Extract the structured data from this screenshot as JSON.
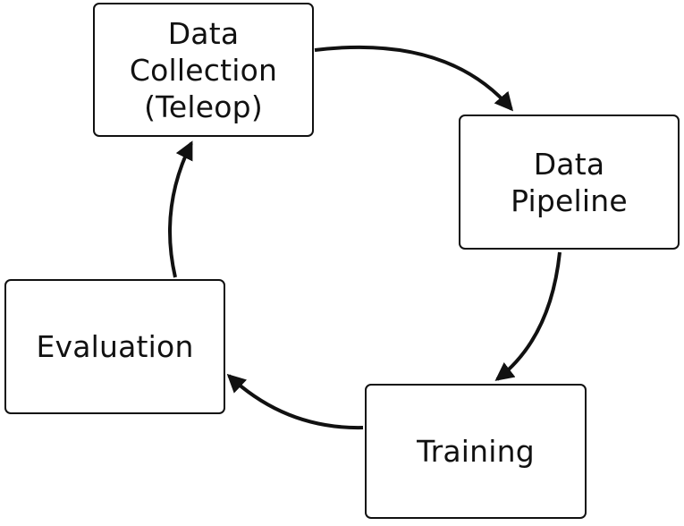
{
  "nodes": [
    {
      "id": "data-collection",
      "label": "Data\nCollection\n(Teleop)"
    },
    {
      "id": "data-pipeline",
      "label": "Data\nPipeline"
    },
    {
      "id": "training",
      "label": "Training"
    },
    {
      "id": "evaluation",
      "label": "Evaluation"
    }
  ],
  "edges": [
    {
      "from": "data-collection",
      "to": "data-pipeline"
    },
    {
      "from": "data-pipeline",
      "to": "training"
    },
    {
      "from": "training",
      "to": "evaluation"
    },
    {
      "from": "evaluation",
      "to": "data-collection"
    }
  ],
  "colors": {
    "stroke": "#111111",
    "background": "#ffffff"
  }
}
